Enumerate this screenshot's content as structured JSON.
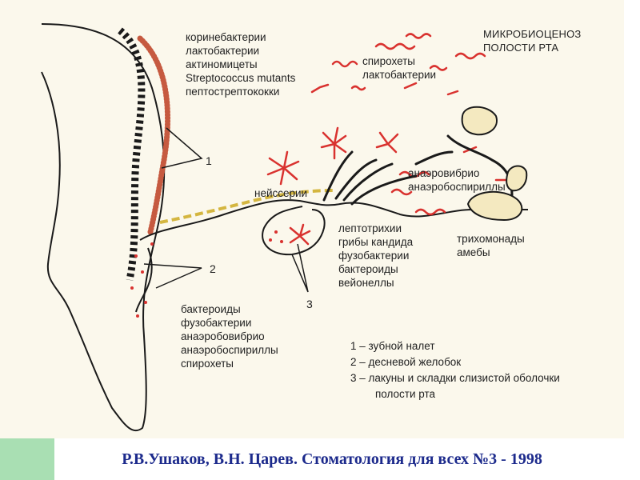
{
  "title": [
    "МИКРОБИОЦЕНОЗ",
    "ПОЛОСТИ РТА"
  ],
  "labels": {
    "group_1": [
      "коринебактерии",
      "лактобактерии",
      "актиномицеты",
      "Streptococcus mutants",
      "пептострептококки"
    ],
    "group_top": [
      "спирохеты",
      "лактобактерии"
    ],
    "neisseria": "нейссерии",
    "anaerobic_right": [
      "анаэровибрио",
      "анаэробоспириллы"
    ],
    "group_mid": [
      "лептотрихии",
      "грибы кандида",
      "фузобактерии",
      "бактероиды",
      "вейонеллы"
    ],
    "protozoa": [
      "трихомонады",
      "амебы"
    ],
    "group_2": [
      "бактероиды",
      "фузобактерии",
      "анаэробовибрио",
      "анаэробоспириллы",
      "спирохеты"
    ]
  },
  "numbers": {
    "n1": "1",
    "n2": "2",
    "n3": "3"
  },
  "legend": [
    "1 – зубной налет",
    "2 – десневой желобок",
    "3 – лакуны и складки слизистой оболочки",
    "полости рта"
  ],
  "citation": "Р.В.Ушаков, В.Н. Царев. Стоматология для всех №3 - 1998",
  "colors": {
    "background": "#fbf8ec",
    "microbes": "#d9322f",
    "outline": "#1a1a1a",
    "accent": "#a9dfb3",
    "citation": "#1c2a8c"
  }
}
